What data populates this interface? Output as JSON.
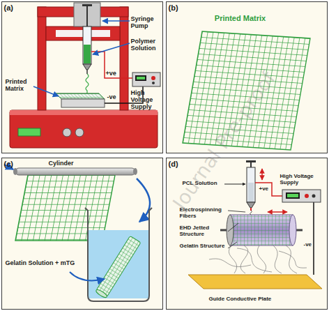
{
  "diagram": {
    "nodes": [
      {
        "text": [
          "(a)",
          "Syringe Pump",
          "Polymer Solution",
          "+ve",
          "Printed Matrix",
          "-ve",
          "High Voltage Supply"
        ]
      },
      {
        "text": [
          "(b)",
          "Printed Matrix"
        ]
      },
      {
        "text": [
          "(c)",
          "Cylinder",
          "Gelatin Solution + mTG"
        ]
      },
      {
        "text": [
          "(d)",
          "PCL Solution",
          "High Voltage Supply",
          "+ve",
          "Electrospinning Fibers",
          "EHD Jetted Structure",
          "Gelatin Structure",
          "-ve",
          "Guide Conductive Plate"
        ]
      }
    ],
    "labels": [
      "Journal Pre-proof"
    ]
  }
}
